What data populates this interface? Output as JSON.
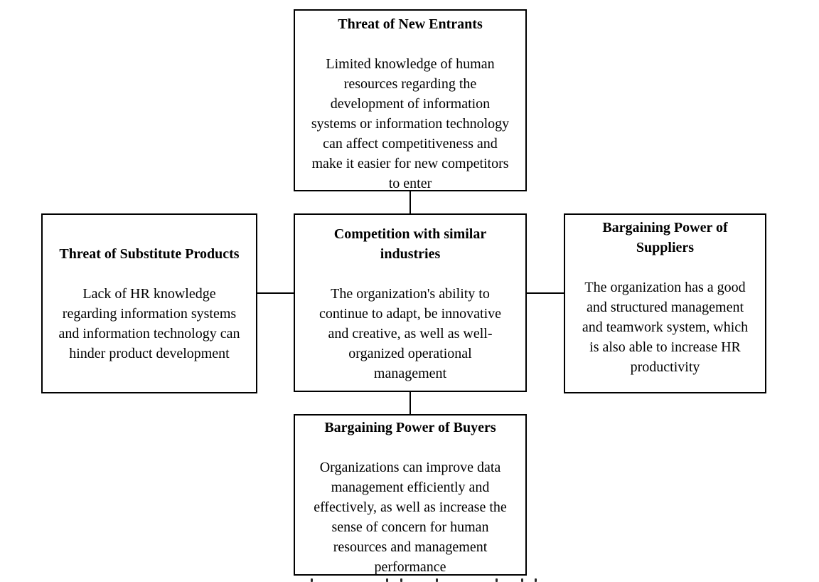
{
  "diagram": {
    "type": "five-forces-diagram",
    "border_color": "#000000",
    "background_color": "#ffffff",
    "boxes": {
      "top": {
        "title": "Threat of New Entrants",
        "body": "Limited knowledge of human\nresources regarding the\ndevelopment of information\nsystems or information technology\ncan affect competitiveness and\nmake it easier for new competitors\nto enter"
      },
      "left": {
        "title": "Threat of Substitute Products",
        "body": "Lack of HR knowledge\nregarding information systems\nand information technology can\nhinder product development"
      },
      "center": {
        "title": "Competition with similar\nindustries",
        "body": "The organization's ability to\ncontinue to adapt, be innovative\nand creative, as well as well-\norganized operational\nmanagement"
      },
      "right": {
        "title": "Bargaining Power of\nSuppliers",
        "body": "The organization has a good\nand structured management\nand teamwork system, which\nis also able to increase HR\nproductivity"
      },
      "bottom": {
        "title": "Bargaining Power of Buyers",
        "body": "Organizations can improve data\nmanagement efficiently and\neffectively, as well as increase the\nsense of concern for human\nresources and management\nperformance"
      }
    },
    "connectors": [
      "top-to-center",
      "left-to-center",
      "center-to-right",
      "center-to-bottom"
    ]
  }
}
